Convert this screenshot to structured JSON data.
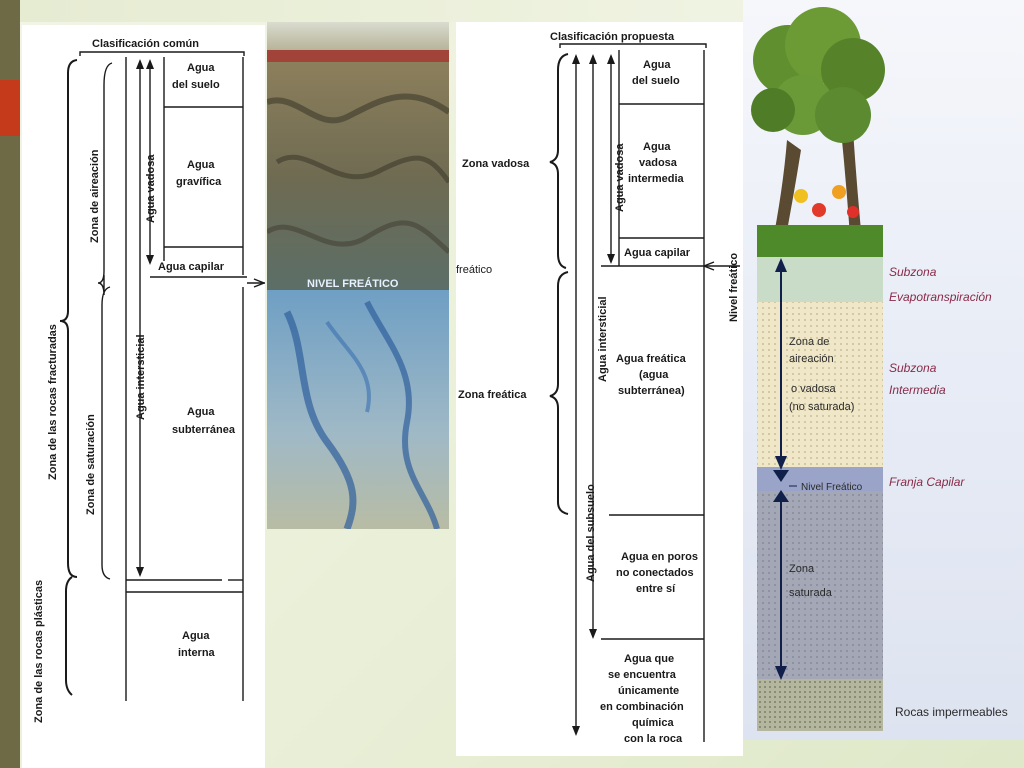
{
  "common": {
    "header": "Clasificación común",
    "zone_fractured": "Zona de las rocas fracturadas",
    "zone_plastic": "Zona de las rocas plásticas",
    "zone_aeration": "Zona de aireación",
    "zone_saturation": "Zona de saturación",
    "agua_vadosa": "Agua vadosa",
    "agua_intersticial": "Agua intersticial",
    "cells": [
      [
        "Agua",
        "del suelo"
      ],
      [
        "Agua",
        "gravífica"
      ],
      [
        "Agua capilar"
      ],
      [
        "Agua",
        "subterránea"
      ],
      [
        "Agua",
        "interna"
      ]
    ]
  },
  "photo": {
    "nivel_freatico": "NIVEL FREÁTICO"
  },
  "proposed": {
    "header": "Clasificación propuesta",
    "zona_vadosa": "Zona vadosa",
    "zona_freatica": "Zona freática",
    "freatico_left": "freático",
    "nivel_freatico": "Nivel freático",
    "agua_vadosa": "Agua vadosa",
    "agua_intersticial": "Agua intersticial",
    "agua_subsuelo": "Agua del subsuelo",
    "cells": [
      [
        "Agua",
        "del suelo"
      ],
      [
        "Agua",
        "vadosa",
        "intermedia"
      ],
      [
        "Agua capilar"
      ],
      [
        "Agua freática",
        "(agua",
        "subterránea)"
      ],
      [
        "Agua en poros",
        "no conectados",
        "entre sí"
      ],
      [
        "Agua que",
        "se encuentra",
        "únicamente",
        "en combinación",
        "química",
        "con la roca"
      ]
    ]
  },
  "illustration": {
    "zona_aireacion": [
      "Zona de",
      "aireación",
      "o vadosa",
      "(no saturada)"
    ],
    "zona_saturada": [
      "Zona",
      "saturada"
    ],
    "nivel_freatico": "Nivel Freático",
    "subzona_evap": [
      "Subzona",
      "Evapotranspiración"
    ],
    "subzona_intermedia": [
      "Subzona",
      "Intermedia"
    ],
    "franja_capilar": "Franja Capilar",
    "rocas": "Rocas impermeables"
  }
}
